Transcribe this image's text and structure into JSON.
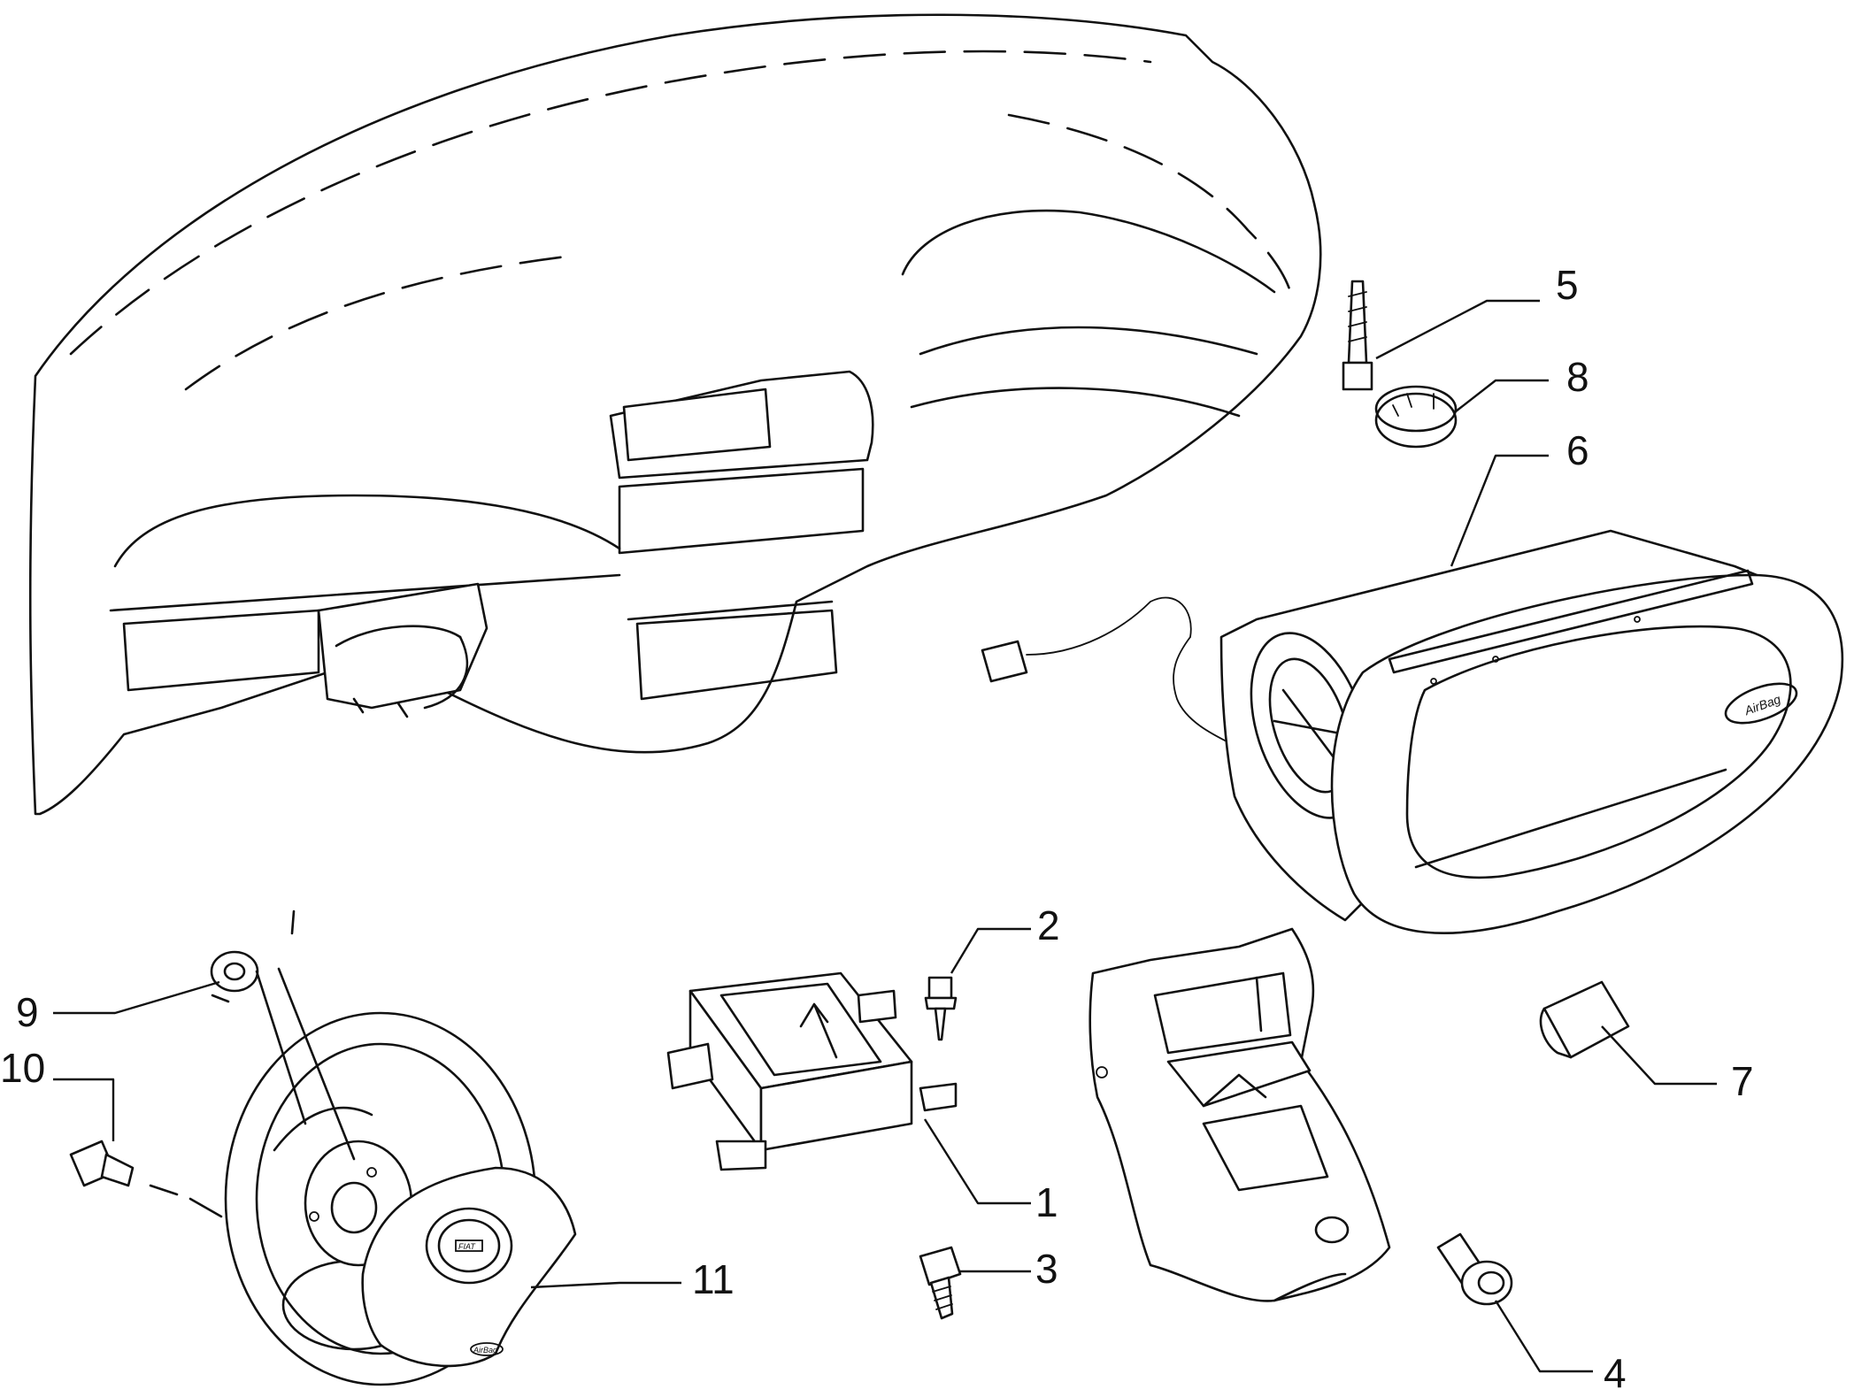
{
  "diagram": {
    "callouts": [
      {
        "id": "1",
        "text": "1"
      },
      {
        "id": "2",
        "text": "2"
      },
      {
        "id": "3",
        "text": "3"
      },
      {
        "id": "4",
        "text": "4"
      },
      {
        "id": "5",
        "text": "5"
      },
      {
        "id": "6",
        "text": "6"
      },
      {
        "id": "7",
        "text": "7"
      },
      {
        "id": "8",
        "text": "8"
      },
      {
        "id": "9",
        "text": "9"
      },
      {
        "id": "10",
        "text": "10"
      },
      {
        "id": "11",
        "text": "11"
      }
    ],
    "passenger_airbag_badge": "AirBag",
    "driver_airbag_badge": "AirBag",
    "steering_logo": "FIAT",
    "colors": {
      "line": "#111111",
      "background": "#ffffff"
    }
  }
}
